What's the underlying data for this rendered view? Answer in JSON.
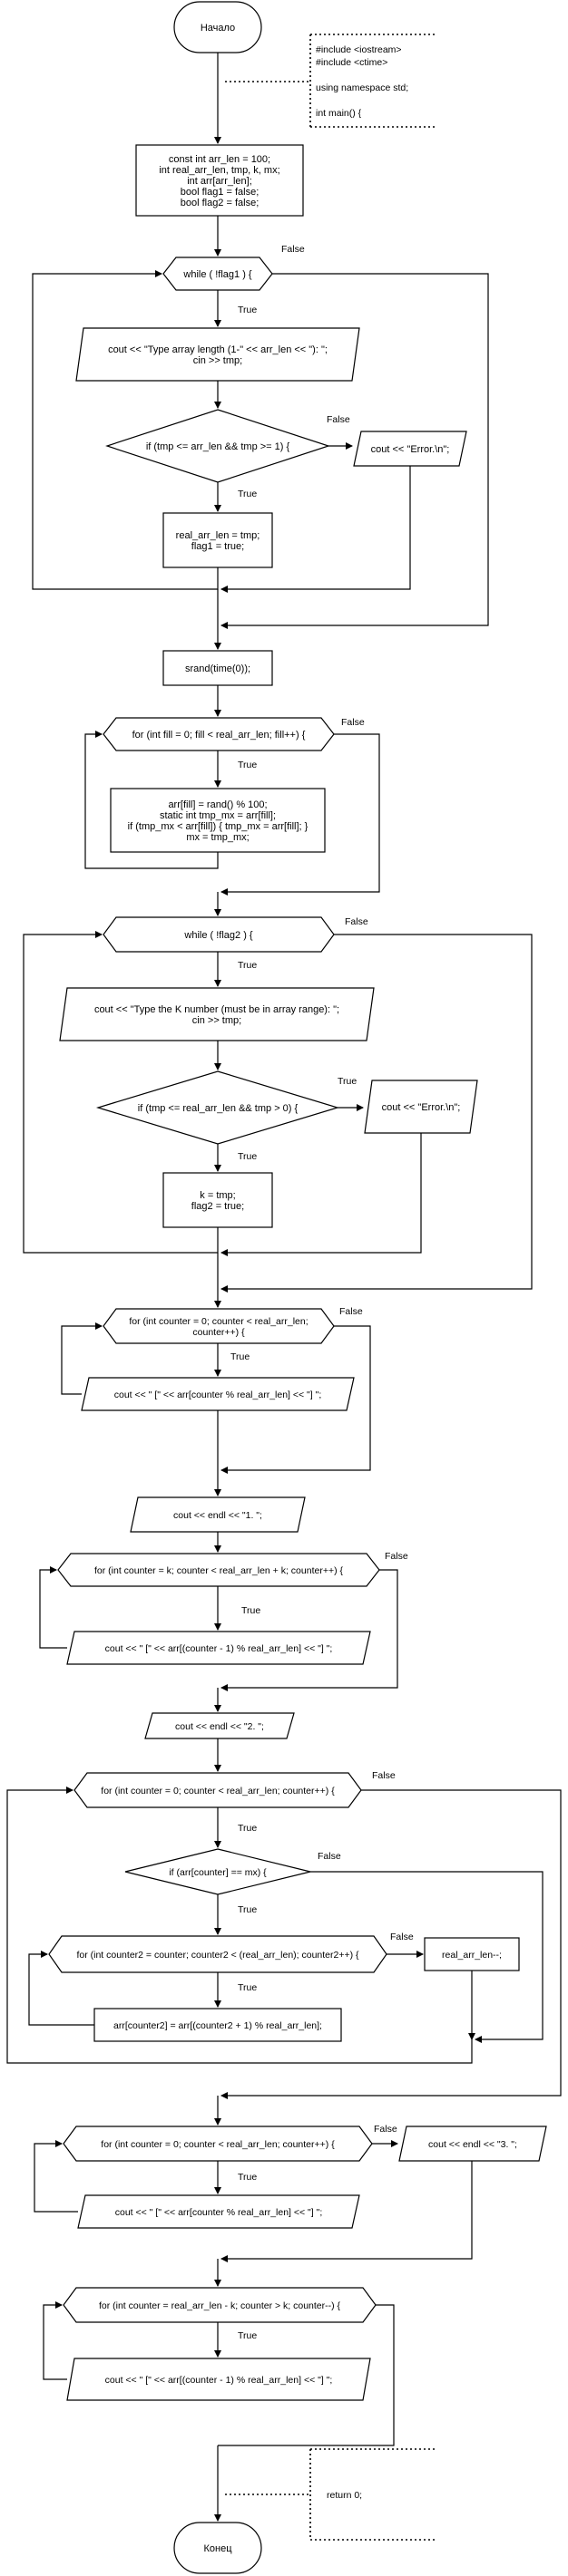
{
  "terminals": {
    "start": "Начало",
    "end": "Конец"
  },
  "notes": {
    "header": [
      "#include <iostream>",
      "#include <ctime>",
      "",
      "using namespace std;",
      "",
      "int main() {"
    ],
    "footer": [
      "return 0;"
    ]
  },
  "blocks": {
    "init": [
      "const int arr_len = 100;",
      "int real_arr_len, tmp, k, mx;",
      "int arr[arr_len];",
      "bool flag1 = false;",
      "bool flag2 = false;"
    ],
    "while1": [
      "while ( !flag1 ) {"
    ],
    "io_len": [
      "cout << \"Type array length (1-\" << arr_len << \"): \";",
      "cin >> tmp;"
    ],
    "if_len": [
      "if (tmp <= arr_len && tmp >= 1) {"
    ],
    "err1": [
      "cout << \"Error.\\n\";"
    ],
    "set_len": [
      "real_arr_len = tmp;",
      "flag1 = true;"
    ],
    "srand": [
      "srand(time(0));"
    ],
    "for_fill": [
      "for (int fill = 0; fill < real_arr_len; fill++) {"
    ],
    "fill_body": [
      "arr[fill] = rand() % 100;",
      "static int tmp_mx = arr[fill];",
      "if (tmp_mx < arr[fill]) { tmp_mx = arr[fill]; }",
      "mx = tmp_mx;"
    ],
    "while2": [
      "while ( !flag2 ) {"
    ],
    "io_k": [
      "cout << \"Type the K number (must be in array range): \";",
      "cin >> tmp;"
    ],
    "if_k": [
      "if (tmp <= real_arr_len && tmp > 0) {"
    ],
    "err2": [
      "cout << \"Error.\\n\";"
    ],
    "set_k": [
      "k = tmp;",
      "flag2 = true;"
    ],
    "for_print1": [
      "for (int counter = 0; counter < real_arr_len;",
      "counter++) {"
    ],
    "print1": [
      "cout << \" [\" << arr[counter % real_arr_len] << \"] \";"
    ],
    "endl1": [
      "cout << endl << \"1. \";"
    ],
    "for_print2": [
      "for (int counter = k; counter < real_arr_len + k; counter++) {"
    ],
    "print2": [
      "cout << \" [\" << arr[(counter - 1) % real_arr_len] << \"] \";"
    ],
    "endl2": [
      "cout << endl << \"2. \";"
    ],
    "for_del": [
      "for (int counter = 0; counter < real_arr_len; counter++) {"
    ],
    "if_mx": [
      "if (arr[counter] == mx) {"
    ],
    "for_shift": [
      "for (int counter2 = counter; counter2 < (real_arr_len); counter2++) {"
    ],
    "dec_len": [
      "real_arr_len--;"
    ],
    "shift_body": [
      "arr[counter2] = arr[(counter2 + 1) % real_arr_len];"
    ],
    "for_print3": [
      "for (int counter = 0; counter < real_arr_len; counter++) {"
    ],
    "endl3": [
      "cout << endl << \"3. \";"
    ],
    "print3": [
      "cout << \" [\" << arr[counter % real_arr_len] << \"] \";"
    ],
    "for_print4": [
      "for (int counter = real_arr_len - k; counter > k; counter--) {"
    ],
    "print4": [
      "cout << \" [\" << arr[(counter - 1) % real_arr_len] << \"] \";"
    ]
  },
  "branch_labels": {
    "true": "True",
    "false": "False"
  },
  "colors": {
    "stroke": "#000000",
    "fill": "#ffffff",
    "background": "#ffffff"
  }
}
